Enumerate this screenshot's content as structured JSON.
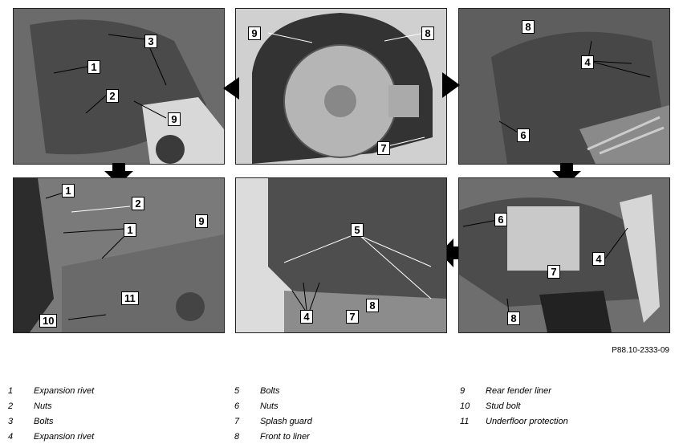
{
  "figure_ref": "P88.10-2333-09",
  "panels": [
    {
      "id": "p1",
      "callouts": [
        "3",
        "1",
        "2",
        "9"
      ]
    },
    {
      "id": "p2",
      "callouts": [
        "9",
        "8",
        "7"
      ]
    },
    {
      "id": "p3",
      "callouts": [
        "8",
        "4",
        "6"
      ]
    },
    {
      "id": "p4",
      "callouts": [
        "1",
        "2",
        "1",
        "9",
        "11",
        "10"
      ]
    },
    {
      "id": "p5",
      "callouts": [
        "5",
        "4",
        "7",
        "8"
      ]
    },
    {
      "id": "p6",
      "callouts": [
        "6",
        "7",
        "4",
        "8"
      ]
    }
  ],
  "legend": [
    [
      {
        "num": "1",
        "label": "Expansion rivet"
      },
      {
        "num": "2",
        "label": "Nuts"
      },
      {
        "num": "3",
        "label": "Bolts"
      },
      {
        "num": "4",
        "label": "Expansion rivet"
      }
    ],
    [
      {
        "num": "5",
        "label": "Bolts"
      },
      {
        "num": "6",
        "label": "Nuts"
      },
      {
        "num": "7",
        "label": "Splash guard"
      },
      {
        "num": "8",
        "label": "Front to liner"
      }
    ],
    [
      {
        "num": "9",
        "label": "Rear fender liner"
      },
      {
        "num": "10",
        "label": "Stud bolt"
      },
      {
        "num": "11",
        "label": "Underfloor protection"
      }
    ]
  ]
}
